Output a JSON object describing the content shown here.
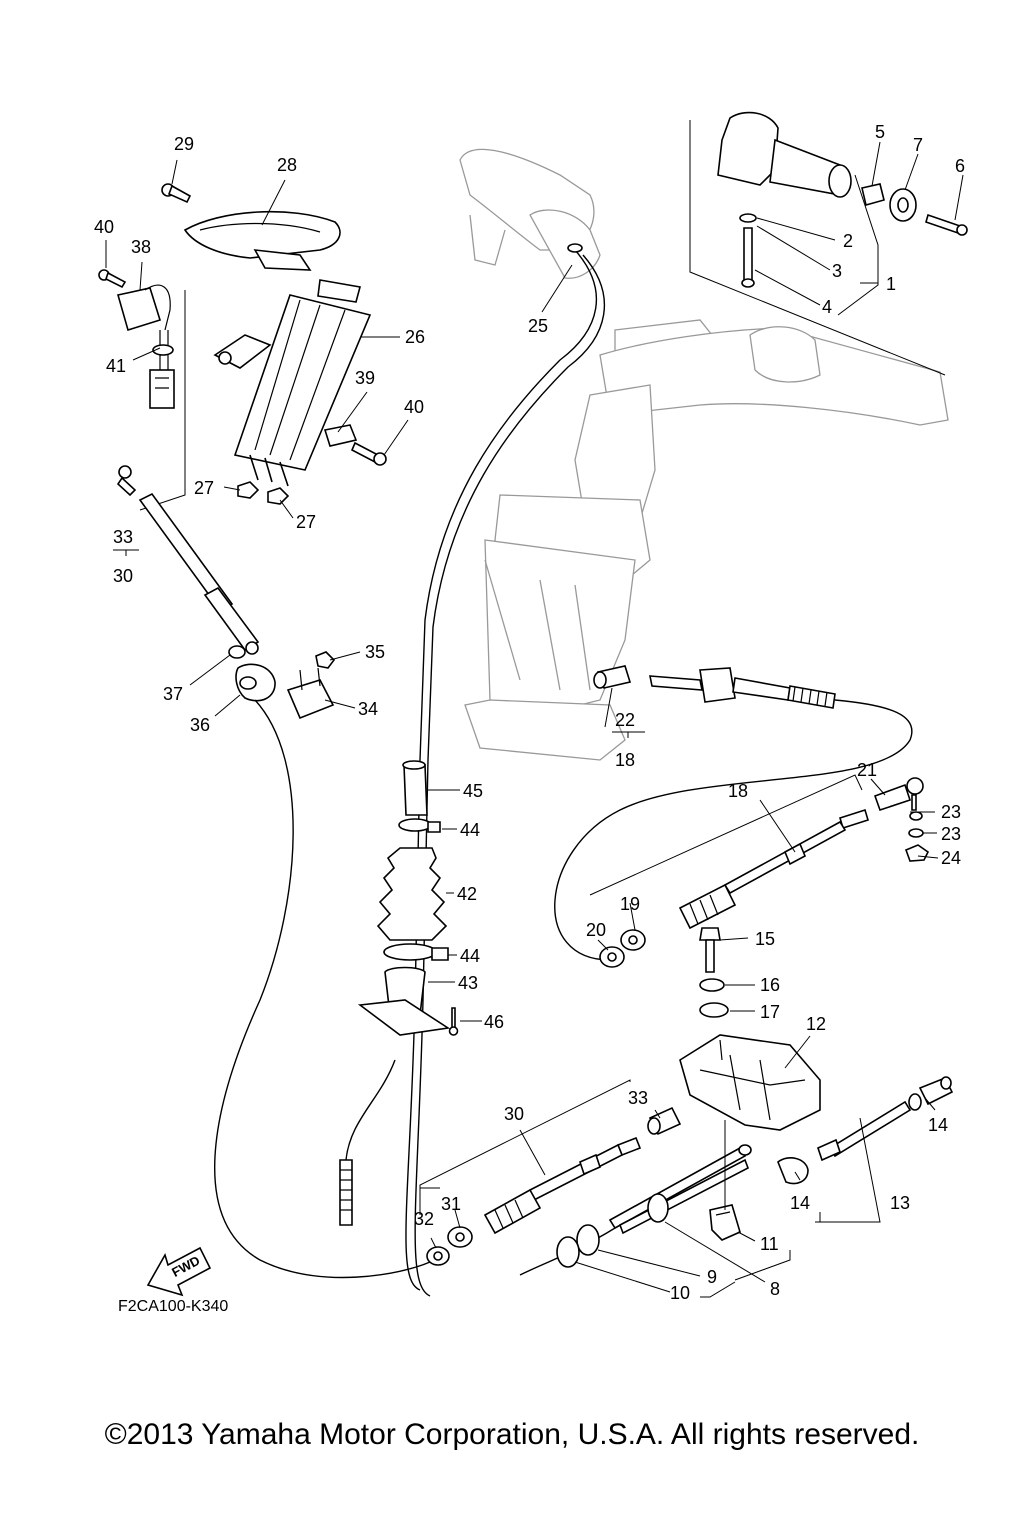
{
  "diagram_code": "F2CA100-K340",
  "fwd_label": "FWD",
  "copyright": "©2013 Yamaha Motor Corporation, U.S.A. All rights reserved.",
  "callouts": [
    {
      "id": "c29",
      "text": "29"
    },
    {
      "id": "c28",
      "text": "28"
    },
    {
      "id": "c40a",
      "text": "40"
    },
    {
      "id": "c38",
      "text": "38"
    },
    {
      "id": "c41",
      "text": "41"
    },
    {
      "id": "c26",
      "text": "26"
    },
    {
      "id": "c39",
      "text": "39"
    },
    {
      "id": "c40b",
      "text": "40"
    },
    {
      "id": "c27a",
      "text": "27"
    },
    {
      "id": "c27b",
      "text": "27"
    },
    {
      "id": "c33a",
      "text": "33"
    },
    {
      "id": "c30a",
      "text": "30"
    },
    {
      "id": "c35",
      "text": "35"
    },
    {
      "id": "c37",
      "text": "37"
    },
    {
      "id": "c34",
      "text": "34"
    },
    {
      "id": "c36",
      "text": "36"
    },
    {
      "id": "c25",
      "text": "25"
    },
    {
      "id": "c5",
      "text": "5"
    },
    {
      "id": "c7",
      "text": "7"
    },
    {
      "id": "c6",
      "text": "6"
    },
    {
      "id": "c2",
      "text": "2"
    },
    {
      "id": "c3",
      "text": "3"
    },
    {
      "id": "c1",
      "text": "1"
    },
    {
      "id": "c4",
      "text": "4"
    },
    {
      "id": "c22",
      "text": "22"
    },
    {
      "id": "c18a",
      "text": "18"
    },
    {
      "id": "c21",
      "text": "21"
    },
    {
      "id": "c18b",
      "text": "18"
    },
    {
      "id": "c23a",
      "text": "23"
    },
    {
      "id": "c23b",
      "text": "23"
    },
    {
      "id": "c24",
      "text": "24"
    },
    {
      "id": "c45",
      "text": "45"
    },
    {
      "id": "c44a",
      "text": "44"
    },
    {
      "id": "c42",
      "text": "42"
    },
    {
      "id": "c44b",
      "text": "44"
    },
    {
      "id": "c43",
      "text": "43"
    },
    {
      "id": "c46",
      "text": "46"
    },
    {
      "id": "c19",
      "text": "19"
    },
    {
      "id": "c20",
      "text": "20"
    },
    {
      "id": "c15",
      "text": "15"
    },
    {
      "id": "c16",
      "text": "16"
    },
    {
      "id": "c17",
      "text": "17"
    },
    {
      "id": "c12",
      "text": "12"
    },
    {
      "id": "c30b",
      "text": "30"
    },
    {
      "id": "c33b",
      "text": "33"
    },
    {
      "id": "c14a",
      "text": "14"
    },
    {
      "id": "c14b",
      "text": "14"
    },
    {
      "id": "c13",
      "text": "13"
    },
    {
      "id": "c31",
      "text": "31"
    },
    {
      "id": "c32",
      "text": "32"
    },
    {
      "id": "c11",
      "text": "11"
    },
    {
      "id": "c9",
      "text": "9"
    },
    {
      "id": "c8",
      "text": "8"
    },
    {
      "id": "c10",
      "text": "10"
    }
  ]
}
